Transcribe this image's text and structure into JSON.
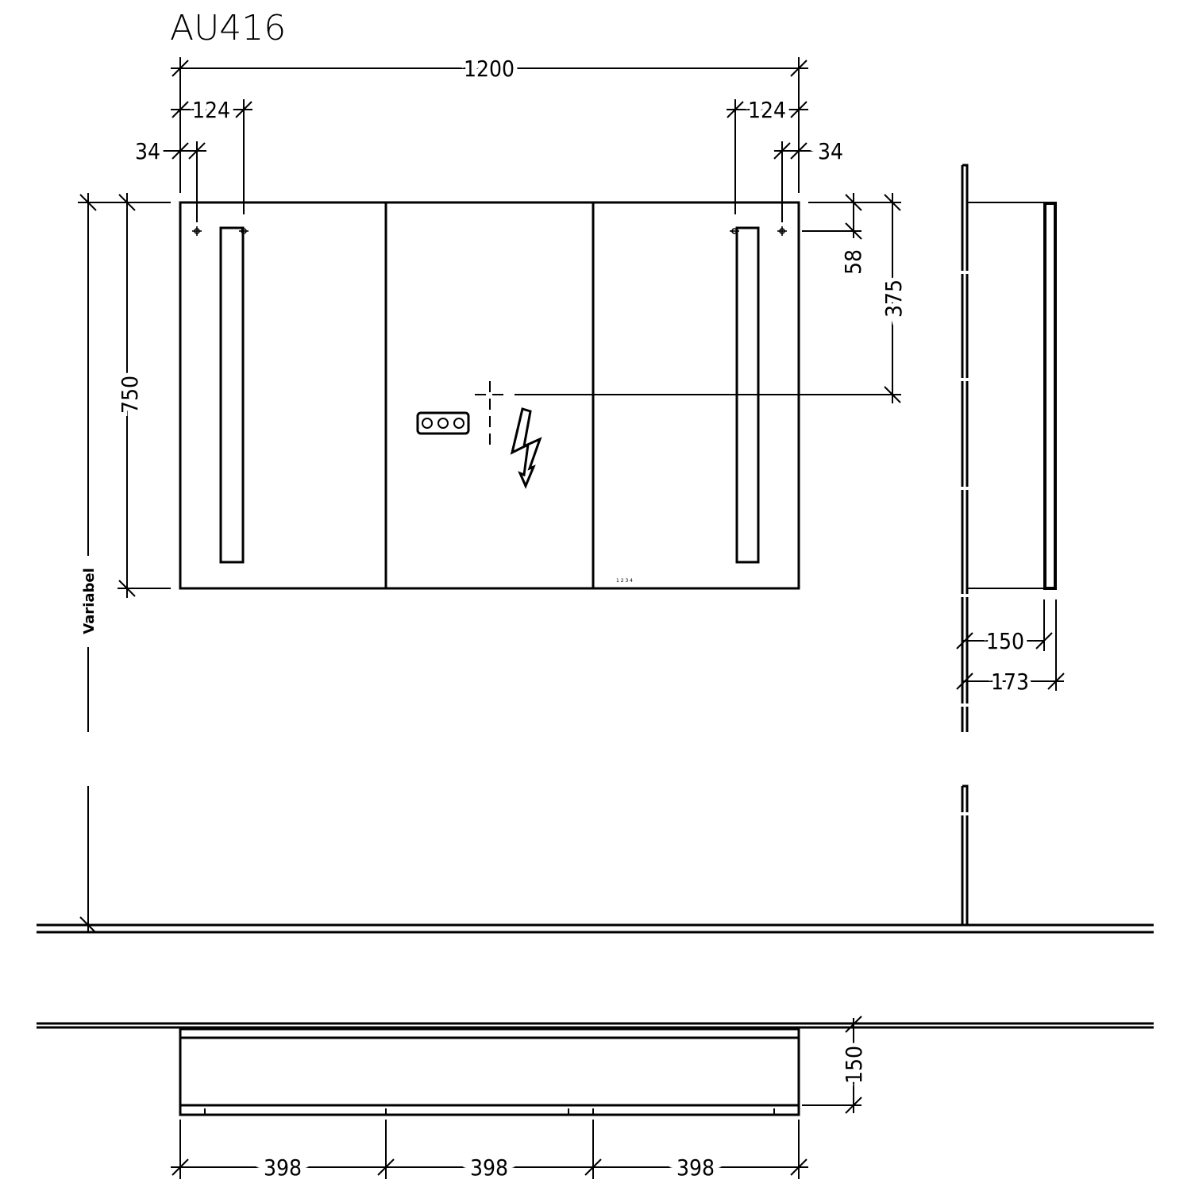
{
  "title": "AU416",
  "dimensions": {
    "total_width": "1200",
    "left_light_offset": "124",
    "left_hole_offset": "34",
    "right_light_offset": "124",
    "right_hole_offset": "34",
    "height": "750",
    "mount_height": "Variabel",
    "hole_from_top": "58",
    "socket_from_top": "375",
    "side_depth_body": "150",
    "side_depth_total": "173",
    "top_depth": "150",
    "door_widths": [
      "398",
      "398",
      "398"
    ]
  },
  "control_panel_label": "1 2 3 4"
}
